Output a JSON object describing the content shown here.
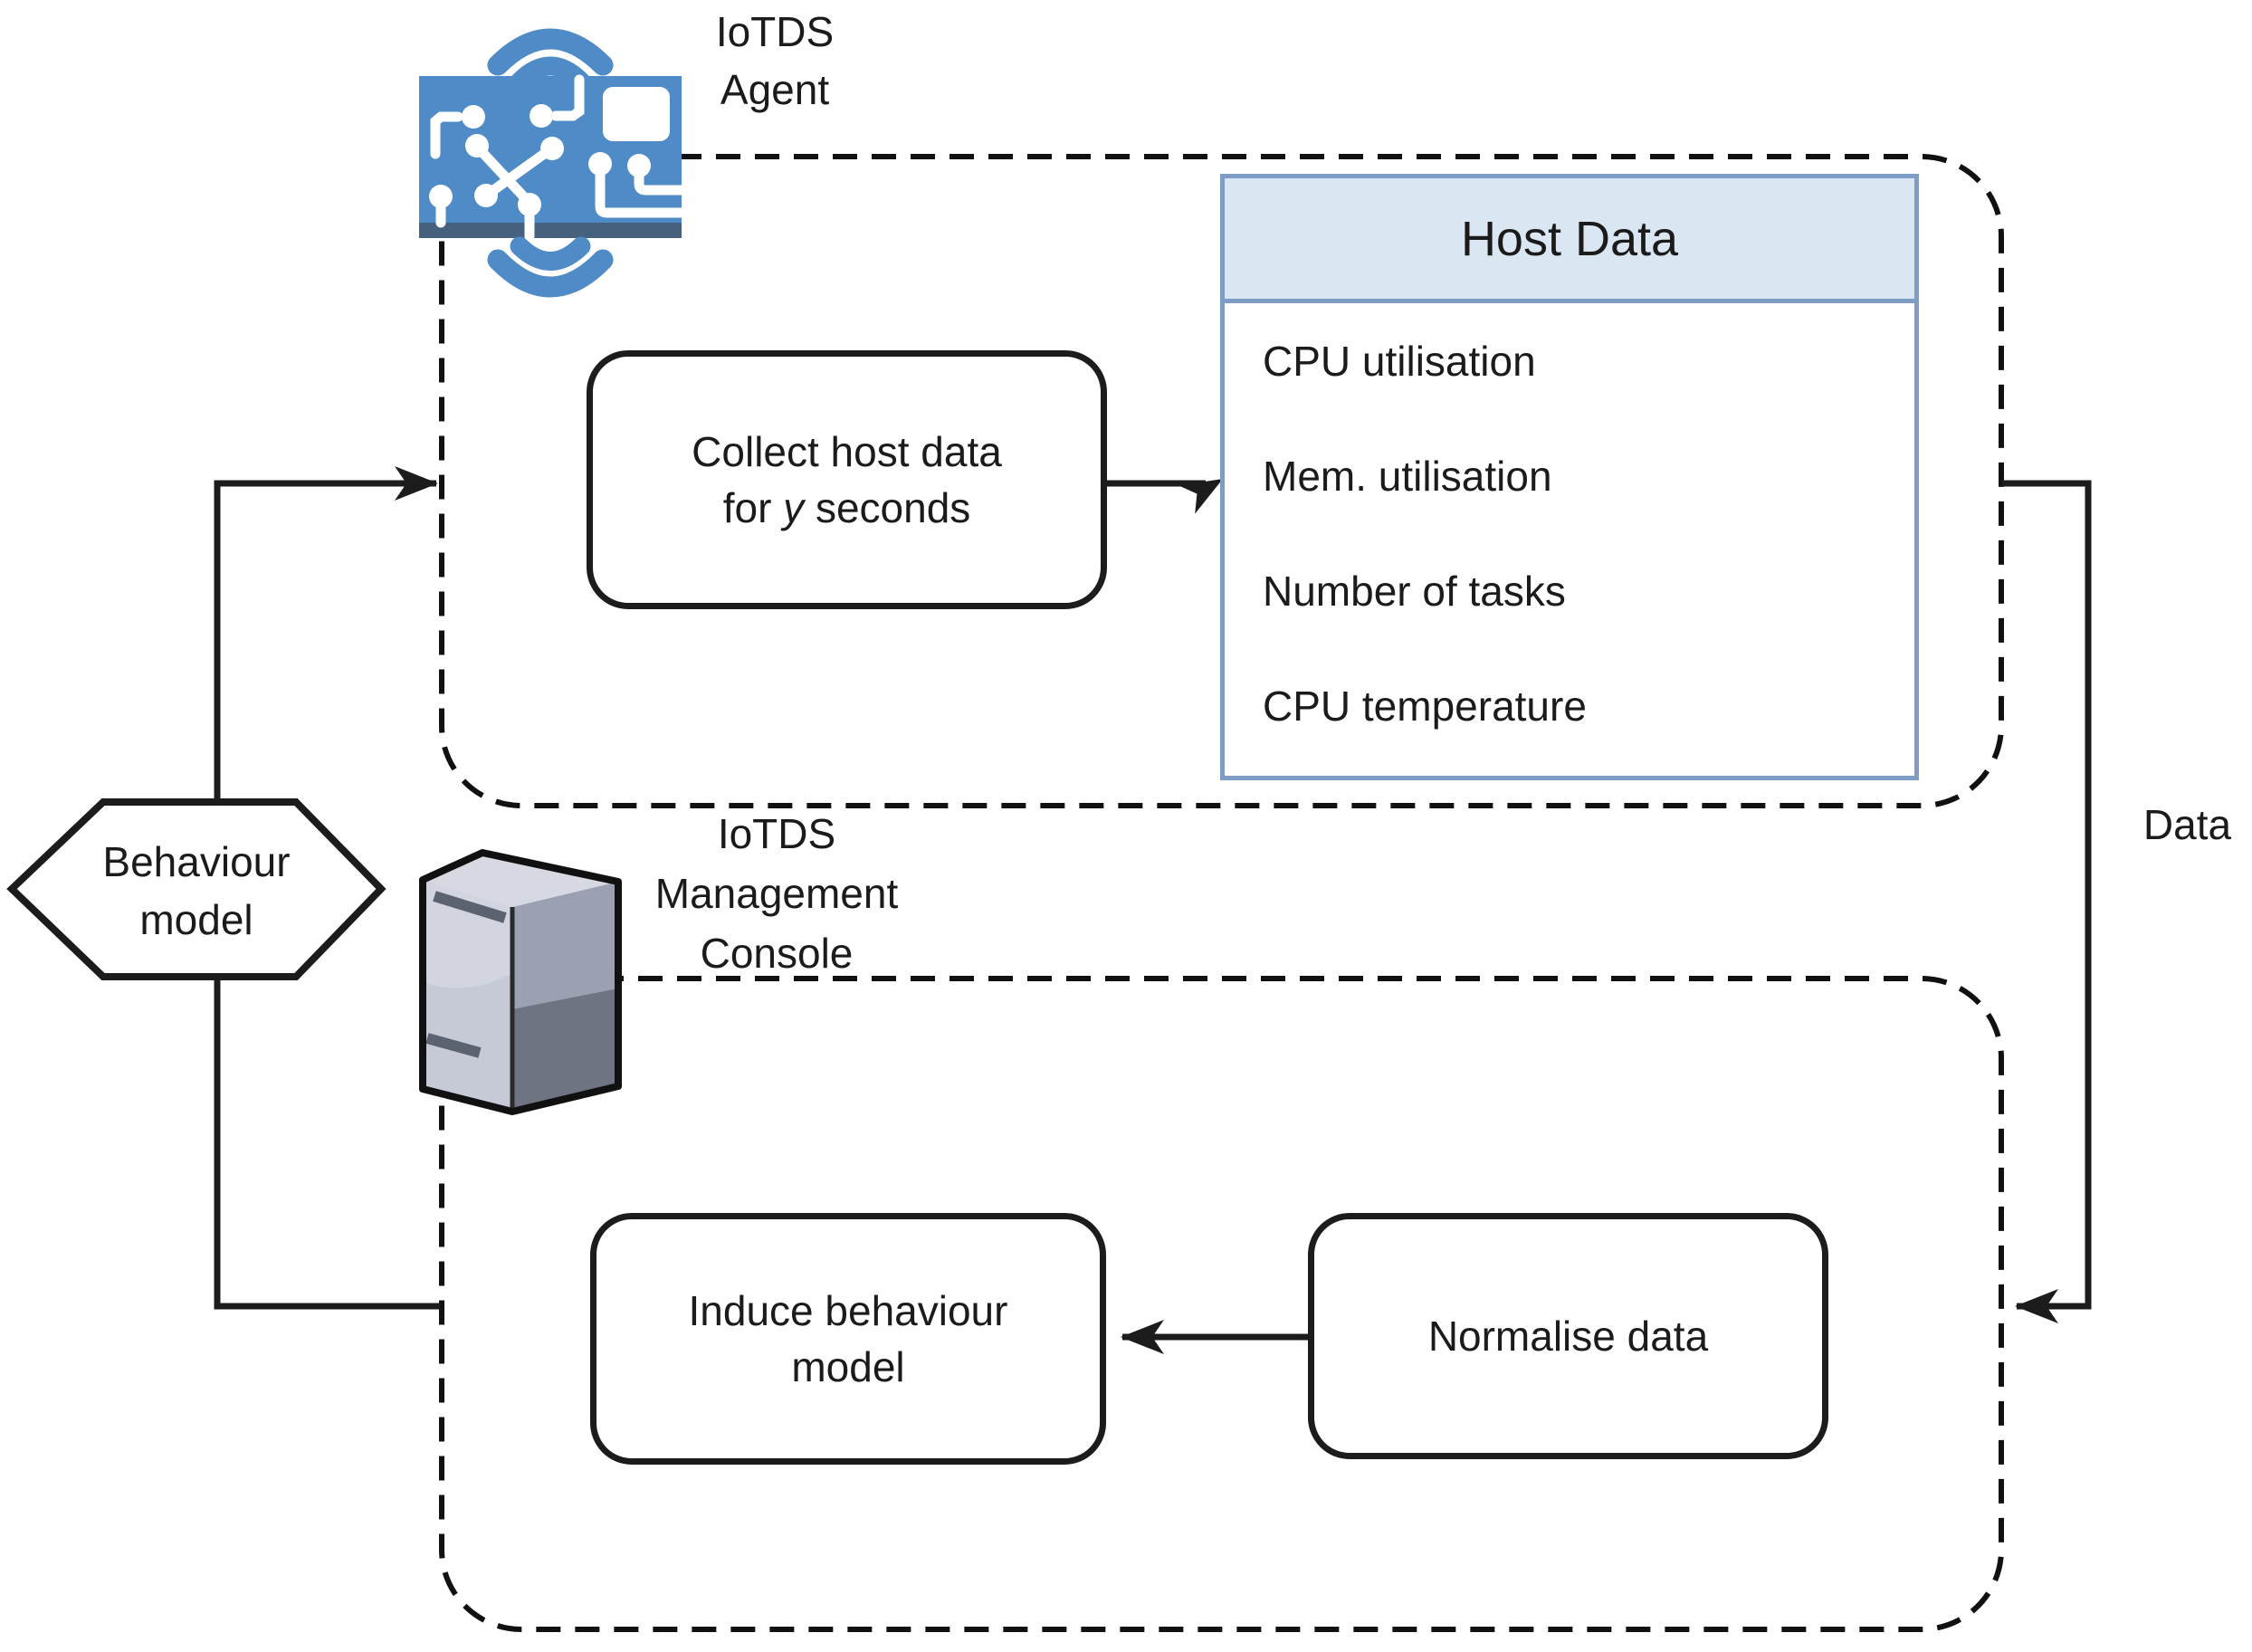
{
  "figure": {
    "type": "flow-diagram",
    "description": "IoTDS agent and management console data flow"
  },
  "agent": {
    "icon": "circuit-board-wireless-icon",
    "label_line1": "IoTDS",
    "label_line2": "Agent"
  },
  "console": {
    "icon": "server-tower-icon",
    "label_line1": "IoTDS",
    "label_line2": "Management",
    "label_line3": "Console"
  },
  "hexagon": {
    "line1": "Behaviour",
    "line2": "model"
  },
  "collect_box": {
    "line1": "Collect host data",
    "line2_prefix": "for ",
    "line2_var": "y",
    "line2_suffix": " seconds"
  },
  "host_table": {
    "header": "Host Data",
    "rows": [
      "CPU utilisation",
      "Mem. utilisation",
      "Number of tasks",
      "CPU temperature"
    ]
  },
  "induce_box": {
    "line1": "Induce behaviour",
    "line2": "model"
  },
  "normalise_box": {
    "label": "Normalise data"
  },
  "data_label": "Data",
  "colors": {
    "icon_blue": "#4f8bc7",
    "icon_dark_blue": "#45617d",
    "table_border": "#7d9cc6",
    "table_header_bg": "#dbe6f3",
    "line_black": "#1c1c1c",
    "server_front": "#c6c9d6",
    "server_side_top": "#9ba1b1",
    "server_side_bottom": "#6e7482",
    "server_top": "#d7d9e2"
  }
}
